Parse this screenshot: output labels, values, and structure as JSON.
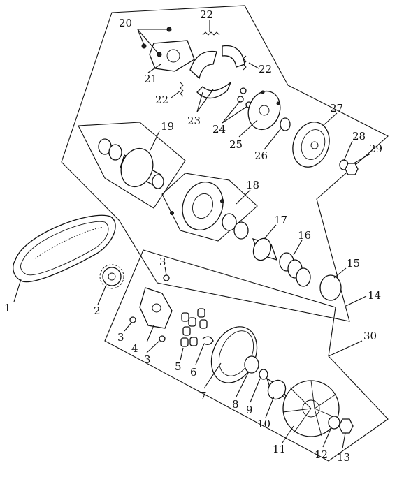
{
  "labels": {
    "l1": "1",
    "l2": "2",
    "l3a": "3",
    "l3b": "3",
    "l3c": "3",
    "l4": "4",
    "l5": "5",
    "l6": "6",
    "l7": "7",
    "l8": "8",
    "l9": "9",
    "l10": "10",
    "l11": "11",
    "l12": "12",
    "l13": "13",
    "l14": "14",
    "l15": "15",
    "l16": "16",
    "l17": "17",
    "l18": "18",
    "l19": "19",
    "l20": "20",
    "l21": "21",
    "l22a": "22",
    "l22b": "22",
    "l22c": "22",
    "l23": "23",
    "l24": "24",
    "l25": "25",
    "l26": "26",
    "l27": "27",
    "l28": "28",
    "l29": "29",
    "l30": "30"
  }
}
